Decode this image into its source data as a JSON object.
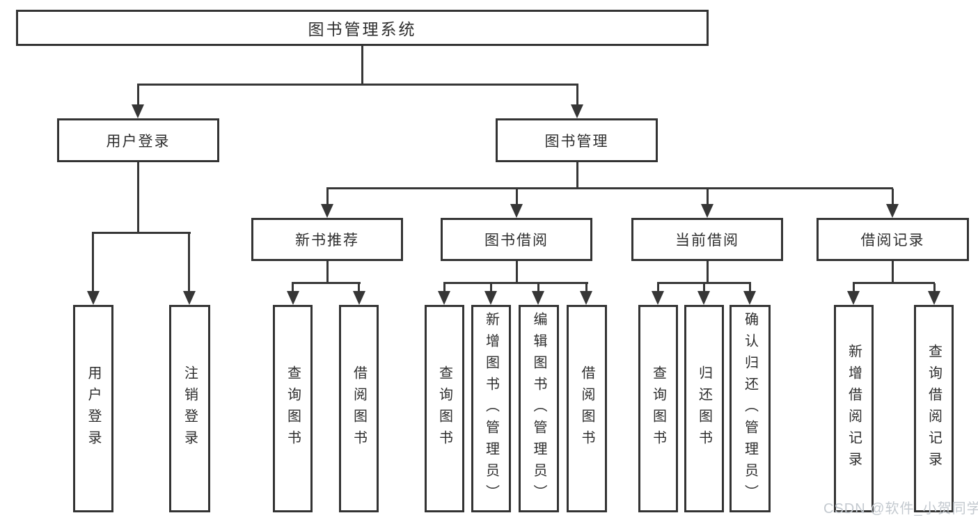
{
  "diagram": {
    "root": {
      "label": "图书管理系统",
      "children": [
        {
          "label": "用户登录",
          "children": [
            {
              "label": "用户登录"
            },
            {
              "label": "注销登录"
            }
          ]
        },
        {
          "label": "图书管理",
          "children": [
            {
              "label": "新书推荐",
              "children": [
                {
                  "label": "查询图书"
                },
                {
                  "label": "借阅图书"
                }
              ]
            },
            {
              "label": "图书借阅",
              "children": [
                {
                  "label": "查询图书"
                },
                {
                  "label": "新增图书（管理员）"
                },
                {
                  "label": "编辑图书（管理员）"
                },
                {
                  "label": "借阅图书"
                }
              ]
            },
            {
              "label": "当前借阅",
              "children": [
                {
                  "label": "查询图书"
                },
                {
                  "label": "归还图书"
                },
                {
                  "label": "确认归还（管理员）"
                }
              ]
            },
            {
              "label": "借阅记录",
              "children": [
                {
                  "label": "新增借阅记录"
                },
                {
                  "label": "查询借阅记录"
                }
              ]
            }
          ]
        }
      ]
    },
    "watermark": "CSDN @软件_小贺同学",
    "colors": {
      "line": "#363636",
      "border": "#333333",
      "text": "#2d2d2d",
      "watermark": "#c3c9cf",
      "background": "#ffffff"
    }
  }
}
